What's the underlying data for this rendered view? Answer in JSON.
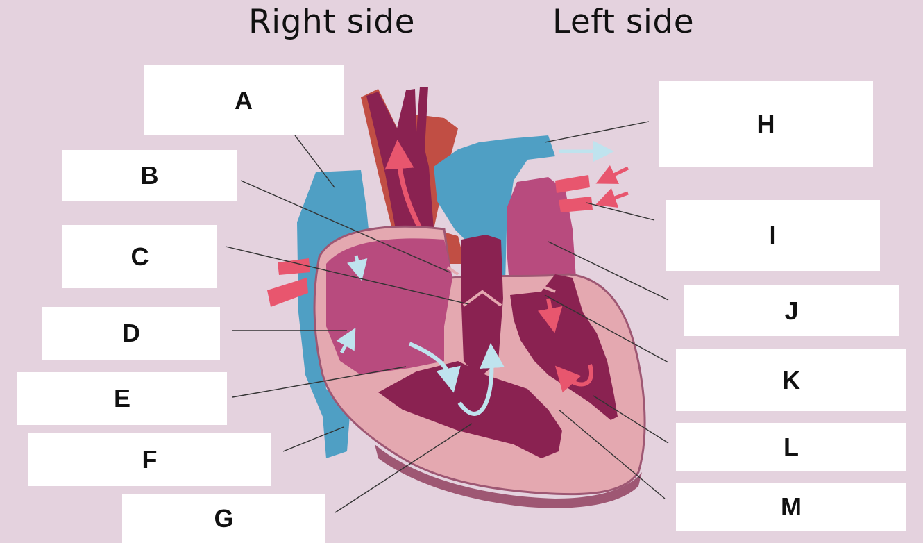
{
  "headings": {
    "right": "Right side",
    "left": "Left side"
  },
  "labels": [
    {
      "id": "A",
      "text": "A"
    },
    {
      "id": "B",
      "text": "B"
    },
    {
      "id": "C",
      "text": "C"
    },
    {
      "id": "D",
      "text": "D"
    },
    {
      "id": "E",
      "text": "E"
    },
    {
      "id": "F",
      "text": "F"
    },
    {
      "id": "G",
      "text": "G"
    },
    {
      "id": "H",
      "text": "H"
    },
    {
      "id": "I",
      "text": "I"
    },
    {
      "id": "J",
      "text": "J"
    },
    {
      "id": "K",
      "text": "K"
    },
    {
      "id": "L",
      "text": "L"
    },
    {
      "id": "M",
      "text": "M"
    }
  ],
  "colors": {
    "background": "#e4d2de",
    "deoxygenated_vessel": "#4f9fc4",
    "oxygenated_vessel": "#c14e44",
    "atrium": "#b84b7e",
    "ventricle_chamber": "#8a2251",
    "heart_wall": "#e4a8b0",
    "pulmonary_vein": "#e8566e",
    "flow_arrow_blue": "#bfe3ee",
    "flow_arrow_red": "#e8566e"
  }
}
